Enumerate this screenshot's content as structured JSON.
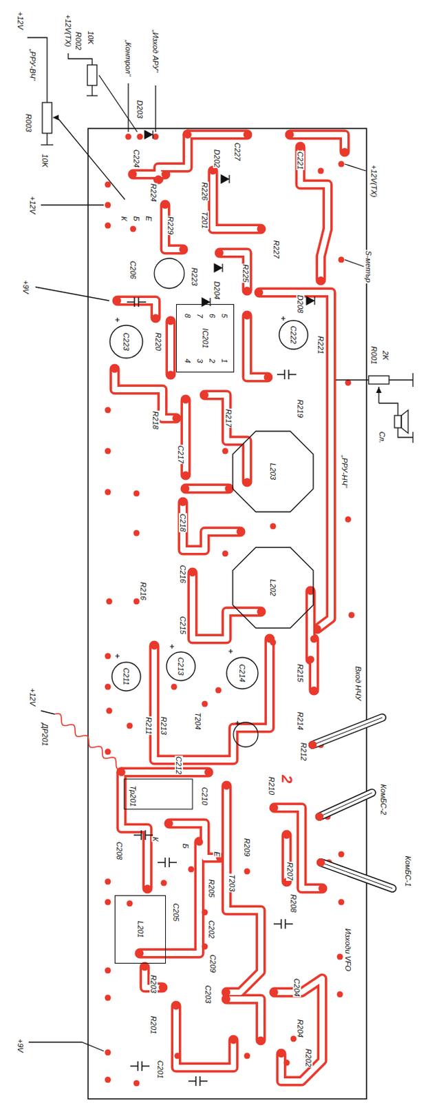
{
  "diagram": {
    "nodes": [
      {
        "text": [
          "IC201"
        ]
      },
      {
        "text": [
          "C223"
        ]
      },
      {
        "text": [
          "C222"
        ]
      },
      {
        "text": [
          "L203"
        ]
      },
      {
        "text": [
          "L202"
        ]
      },
      {
        "text": [
          "C211"
        ]
      },
      {
        "text": [
          "C213"
        ]
      },
      {
        "text": [
          "C214"
        ]
      },
      {
        "text": [
          "L201"
        ]
      }
    ],
    "labels": [
      "+12V",
      "„РРУ-ВЧ“",
      "R003",
      "10K",
      "+12V(TX)",
      "R002",
      "10K",
      "„Контрол“",
      "„Изход АРУ“",
      "+12V",
      "+9V",
      "+12V(TX)",
      "S-метър",
      "„РРУ-НЧ“",
      "R001",
      "2K",
      "Сл.",
      "Вход НЧУ",
      "КомБС-2",
      "КомБС-1",
      "Изходи VFO",
      "+9V",
      "+12V",
      "ДР201",
      "D203",
      "C224",
      "R224",
      "К",
      "Б",
      "Е",
      "R229",
      "D202",
      "C227",
      "C221",
      "R226",
      "T201",
      "R227",
      "R225",
      "R223",
      "D204",
      "C206",
      "D208",
      "R221",
      "R220",
      "8",
      "7",
      "6",
      "5",
      "4",
      "3",
      "2",
      "1",
      "R218",
      "R217",
      "R219",
      "C217",
      "C218",
      "C216",
      "C215",
      "R216",
      "R211",
      "R213",
      "T204",
      "R215",
      "R214",
      "R212",
      "C212",
      "2",
      "Тр201",
      "C210",
      "C208",
      "К",
      "Б",
      "Е",
      "T203",
      "R209",
      "R210",
      "R207",
      "R208",
      "C205",
      "R205",
      "C202",
      "C209",
      "C203",
      "C204",
      "R204",
      "R202",
      "R203",
      "R201",
      "C201"
    ]
  }
}
